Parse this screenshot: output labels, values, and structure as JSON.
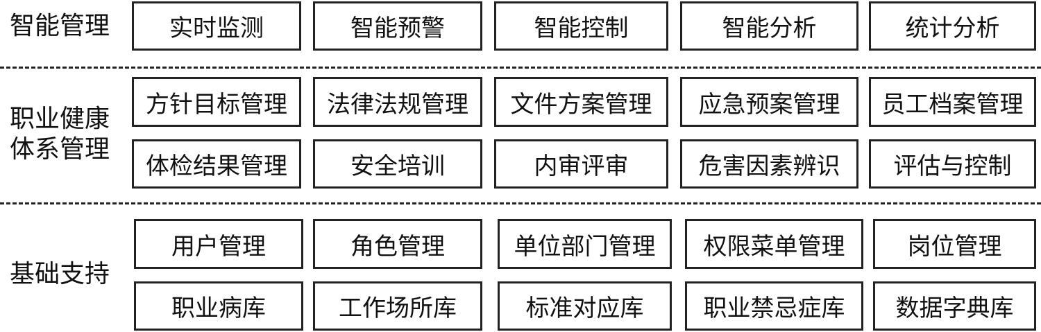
{
  "layers": [
    {
      "label": "智能管理",
      "rows": [
        [
          "实时监测",
          "智能预警",
          "智能控制",
          "智能分析",
          "统计分析"
        ]
      ]
    },
    {
      "label": "职业健康体系管理",
      "label_lines": [
        "职业健康",
        "体系管理"
      ],
      "rows": [
        [
          "方针目标管理",
          "法律法规管理",
          "文件方案管理",
          "应急预案管理",
          "员工档案管理"
        ],
        [
          "体检结果管理",
          "安全培训",
          "内审评审",
          "危害因素辨识",
          "评估与控制"
        ]
      ]
    },
    {
      "label": "基础支持",
      "rows": [
        [
          "用户管理",
          "角色管理",
          "单位部门管理",
          "权限菜单管理",
          "岗位管理"
        ],
        [
          "职业病库",
          "工作场所库",
          "标准对应库",
          "职业禁忌症库",
          "数据字典库"
        ]
      ]
    }
  ]
}
